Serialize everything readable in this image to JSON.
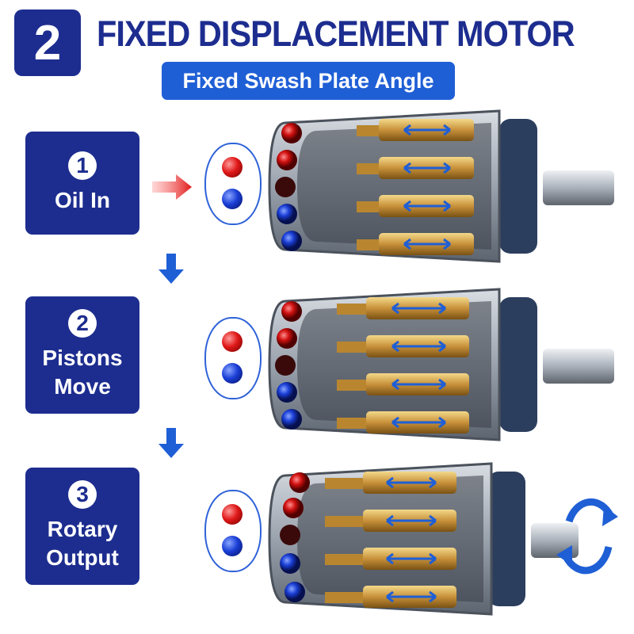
{
  "header": {
    "badge": "2",
    "title": "FIXED DISPLACEMENT MOTOR",
    "subtitle": "Fixed Swash Plate Angle"
  },
  "steps": [
    {
      "number": "1",
      "label": "Oil In"
    },
    {
      "number": "2",
      "label": "Pistons\nMove"
    },
    {
      "number": "3",
      "label": "Rotary\nOutput"
    }
  ],
  "legend": {
    "high_pressure_color": "#e01818",
    "low_pressure_color": "#1a3ed6"
  },
  "colors": {
    "brand_navy": "#1d2d8f",
    "accent_blue": "#1f5fd6",
    "flow_red": "#e01818",
    "piston_gold": "#d4a24a"
  }
}
